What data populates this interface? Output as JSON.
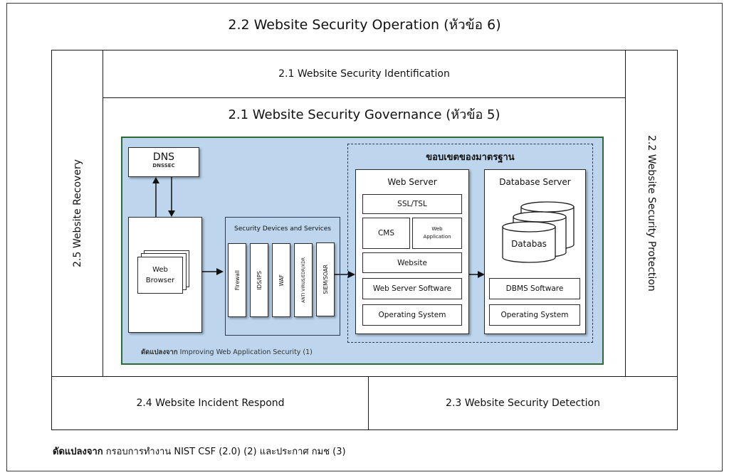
{
  "diagram": {
    "operation_title": "2.2 Website Security Operation (หัวข้อ 6)",
    "identification_label": "2.1 Website Security Identification",
    "governance_title": "2.1 Website Security Governance (หัวข้อ 5)",
    "recovery_label": "2.5 Website Recovery",
    "protection_label": "2.2 Website Security Protection",
    "incident_label": "2.4 Website Incident Respond",
    "detection_label": "2.3 Website Security Detection",
    "footer": {
      "prefix": "ดัดแปลงจาก",
      "text": "กรอบการทำงาน NIST CSF (2.0)  (2)  และประกาศ กมช (3)"
    },
    "panel": {
      "colors": {
        "panel_bg": "#bdd6ee",
        "panel_border": "#2e6b34"
      },
      "dns": {
        "title": "DNS",
        "subtitle": "DNSSEC"
      },
      "web_browser": {
        "line1": "Web",
        "line2": "Browser"
      },
      "security_devices": {
        "title": "Security Devices and Services",
        "items": [
          "Firewall",
          "IDS/IPS",
          "WAF",
          "ANTI VIRUS/EDR/XDR",
          "SIEM/SOAR"
        ]
      },
      "standard_scope_title": "ขอบเขตของมาตรฐาน",
      "web_server": {
        "title": "Web Server",
        "ssl": "SSL/TSL",
        "cms": "CMS",
        "web_app_line1": "Web",
        "web_app_line2": "Application",
        "website": "Website",
        "software": "Web Server Software",
        "os": "Operating System"
      },
      "database_server": {
        "title": "Database Server",
        "db_label": "Databas",
        "software": "DBMS Software",
        "os": "Operating System"
      },
      "source_note": {
        "prefix": "ดัดแปลงจาก",
        "text": "Improving Web Application Security (1)"
      }
    }
  }
}
